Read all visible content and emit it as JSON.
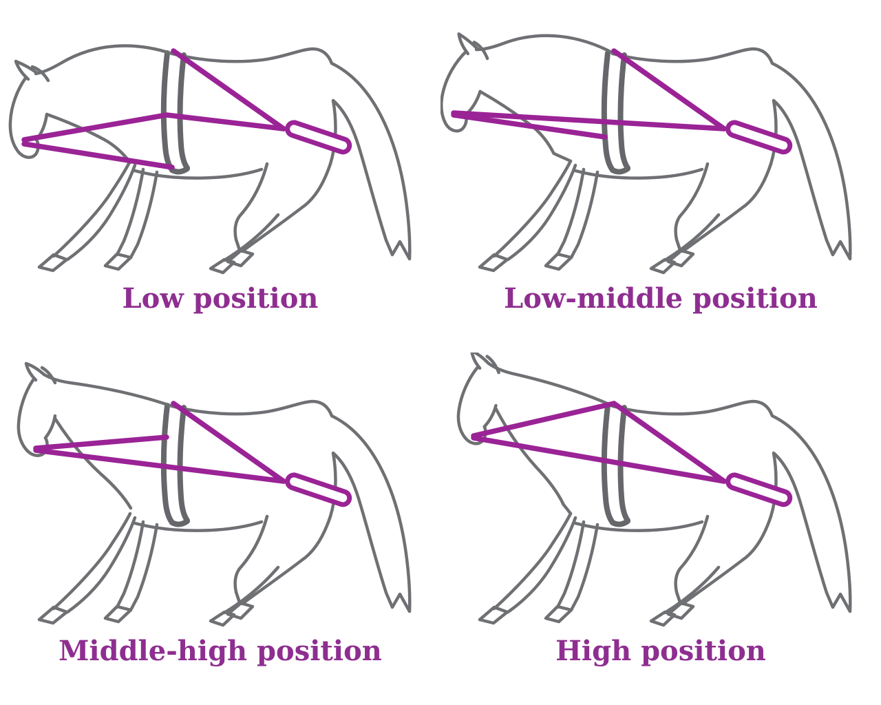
{
  "page": {
    "background_color": "#ffffff",
    "kind": "four-panel training-aid position diagram"
  },
  "colors": {
    "horse_outline_gray": "#6f7073",
    "roller_band_gray": "#66676a",
    "rope_purple": "#9a2396",
    "label_purple": "#8e2e90",
    "background": "#ffffff"
  },
  "panels": [
    {
      "id": "low",
      "label": "Low position"
    },
    {
      "id": "low-middle",
      "label": "Low-middle position"
    },
    {
      "id": "middle-high",
      "label": "Middle-high position"
    },
    {
      "id": "high",
      "label": "High position"
    }
  ]
}
